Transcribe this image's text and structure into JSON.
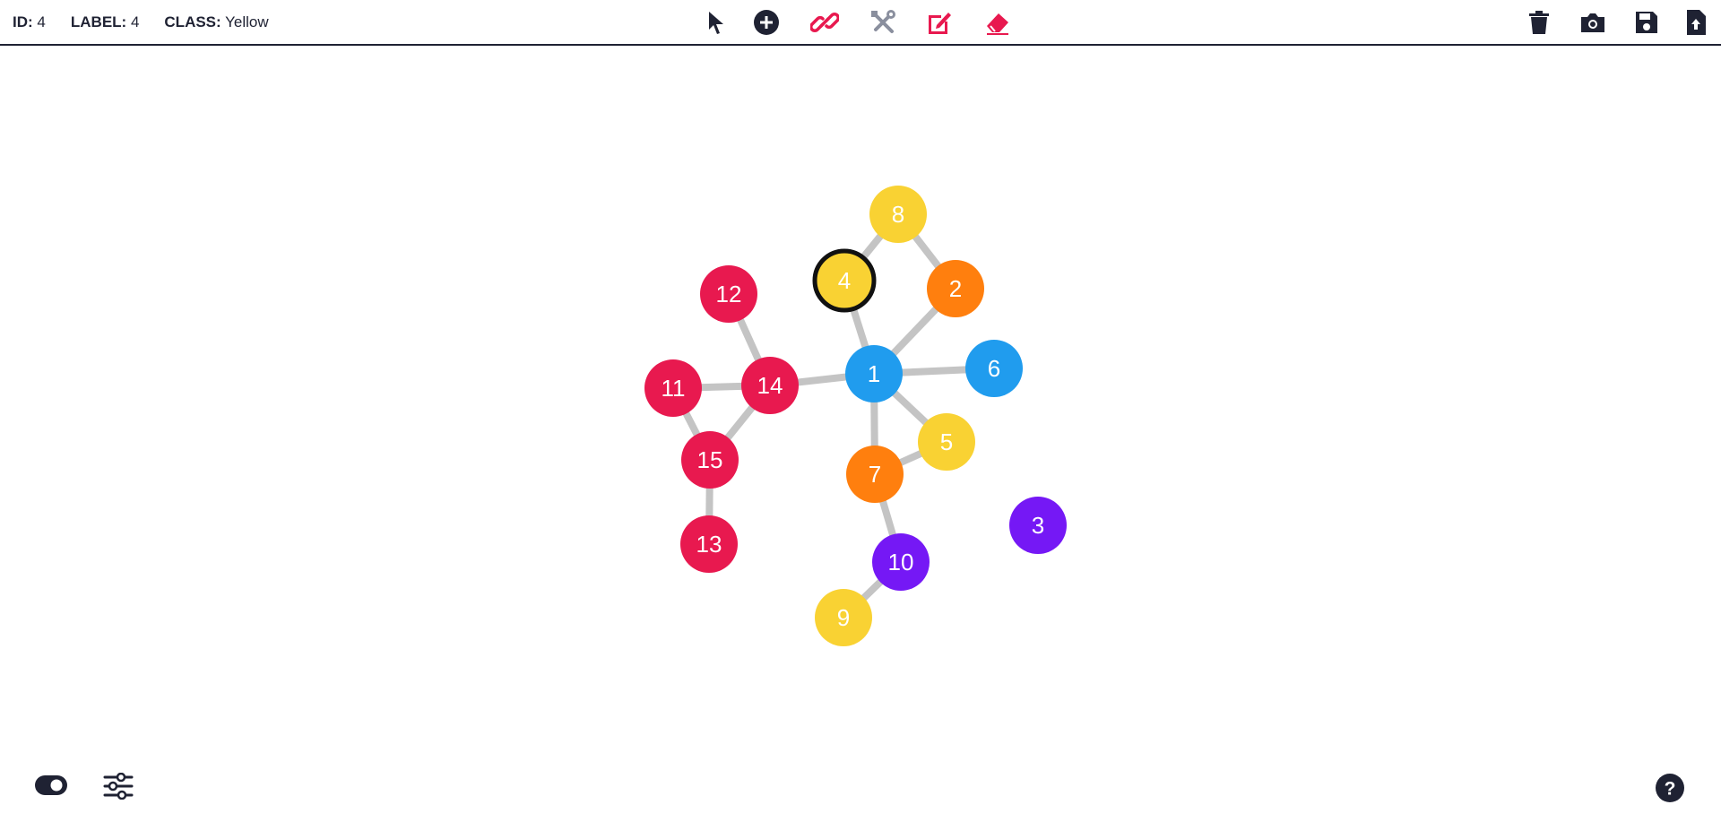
{
  "info": {
    "id_label": "ID:",
    "id_value": "4",
    "label_label": "LABEL:",
    "label_value": "4",
    "class_label": "CLASS:",
    "class_value": "Yellow"
  },
  "toolbar": {
    "center": [
      "select-pointer-icon",
      "add-node-icon",
      "add-edge-link-icon",
      "tools-icon",
      "edit-pencil-icon",
      "eraser-icon"
    ],
    "right": [
      "trash-icon",
      "camera-icon",
      "save-disk-icon",
      "upload-file-icon"
    ]
  },
  "colors": {
    "Red": "#e8194f",
    "Yellow": "#f9d233",
    "Orange": "#ff7f0e",
    "Blue": "#209cee",
    "Purple": "#7518f5",
    "edge": "#c4c4c4",
    "dark": "#1f2233"
  },
  "graph": {
    "selected": "4",
    "nodes": [
      {
        "id": "1",
        "label": "1",
        "class": "Blue"
      },
      {
        "id": "2",
        "label": "2",
        "class": "Orange"
      },
      {
        "id": "3",
        "label": "3",
        "class": "Purple"
      },
      {
        "id": "4",
        "label": "4",
        "class": "Yellow"
      },
      {
        "id": "5",
        "label": "5",
        "class": "Yellow"
      },
      {
        "id": "6",
        "label": "6",
        "class": "Blue"
      },
      {
        "id": "7",
        "label": "7",
        "class": "Orange"
      },
      {
        "id": "8",
        "label": "8",
        "class": "Yellow"
      },
      {
        "id": "9",
        "label": "9",
        "class": "Yellow"
      },
      {
        "id": "10",
        "label": "10",
        "class": "Purple"
      },
      {
        "id": "11",
        "label": "11",
        "class": "Red"
      },
      {
        "id": "12",
        "label": "12",
        "class": "Red"
      },
      {
        "id": "13",
        "label": "13",
        "class": "Red"
      },
      {
        "id": "14",
        "label": "14",
        "class": "Red"
      },
      {
        "id": "15",
        "label": "15",
        "class": "Red"
      }
    ],
    "edges": [
      [
        "8",
        "4"
      ],
      [
        "8",
        "2"
      ],
      [
        "4",
        "1"
      ],
      [
        "2",
        "1"
      ],
      [
        "1",
        "6"
      ],
      [
        "1",
        "14"
      ],
      [
        "1",
        "5"
      ],
      [
        "1",
        "7"
      ],
      [
        "5",
        "7"
      ],
      [
        "7",
        "10"
      ],
      [
        "10",
        "9"
      ],
      [
        "14",
        "12"
      ],
      [
        "14",
        "11"
      ],
      [
        "14",
        "15"
      ],
      [
        "11",
        "15"
      ],
      [
        "15",
        "13"
      ]
    ]
  },
  "bottom": {
    "left": [
      "theme-toggle-icon",
      "settings-sliders-icon"
    ],
    "right": [
      "help-icon"
    ]
  }
}
